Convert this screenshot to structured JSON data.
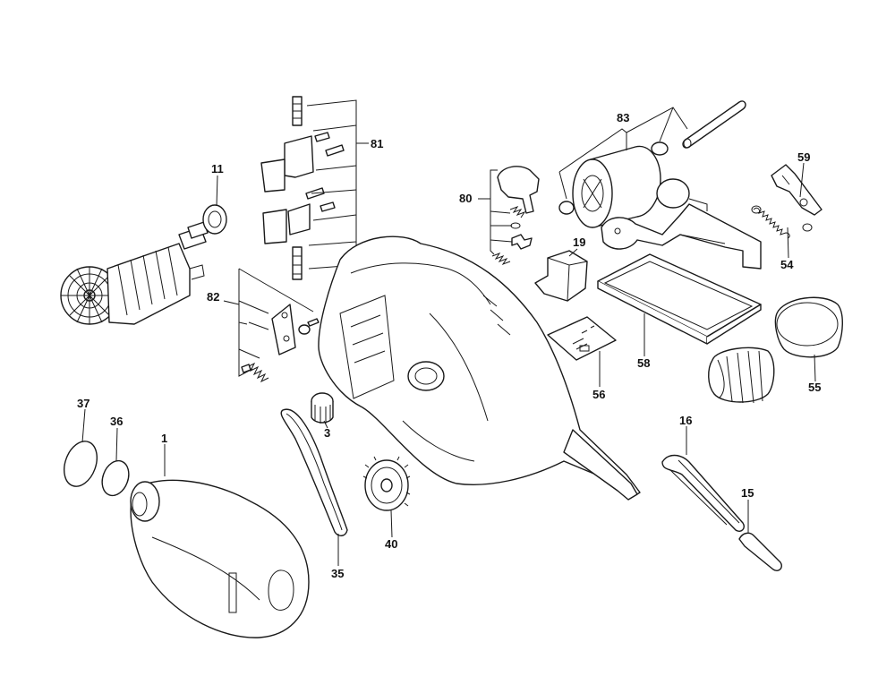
{
  "callouts": {
    "p1": "1",
    "p3": "3",
    "p11": "11",
    "p15": "15",
    "p16": "16",
    "p19": "19",
    "p35": "35",
    "p36": "36",
    "p37": "37",
    "p40": "40",
    "p54": "54",
    "p55": "55",
    "p56": "56",
    "p58": "58",
    "p59": "59",
    "p80": "80",
    "p81": "81",
    "p82": "82",
    "p83": "83"
  }
}
